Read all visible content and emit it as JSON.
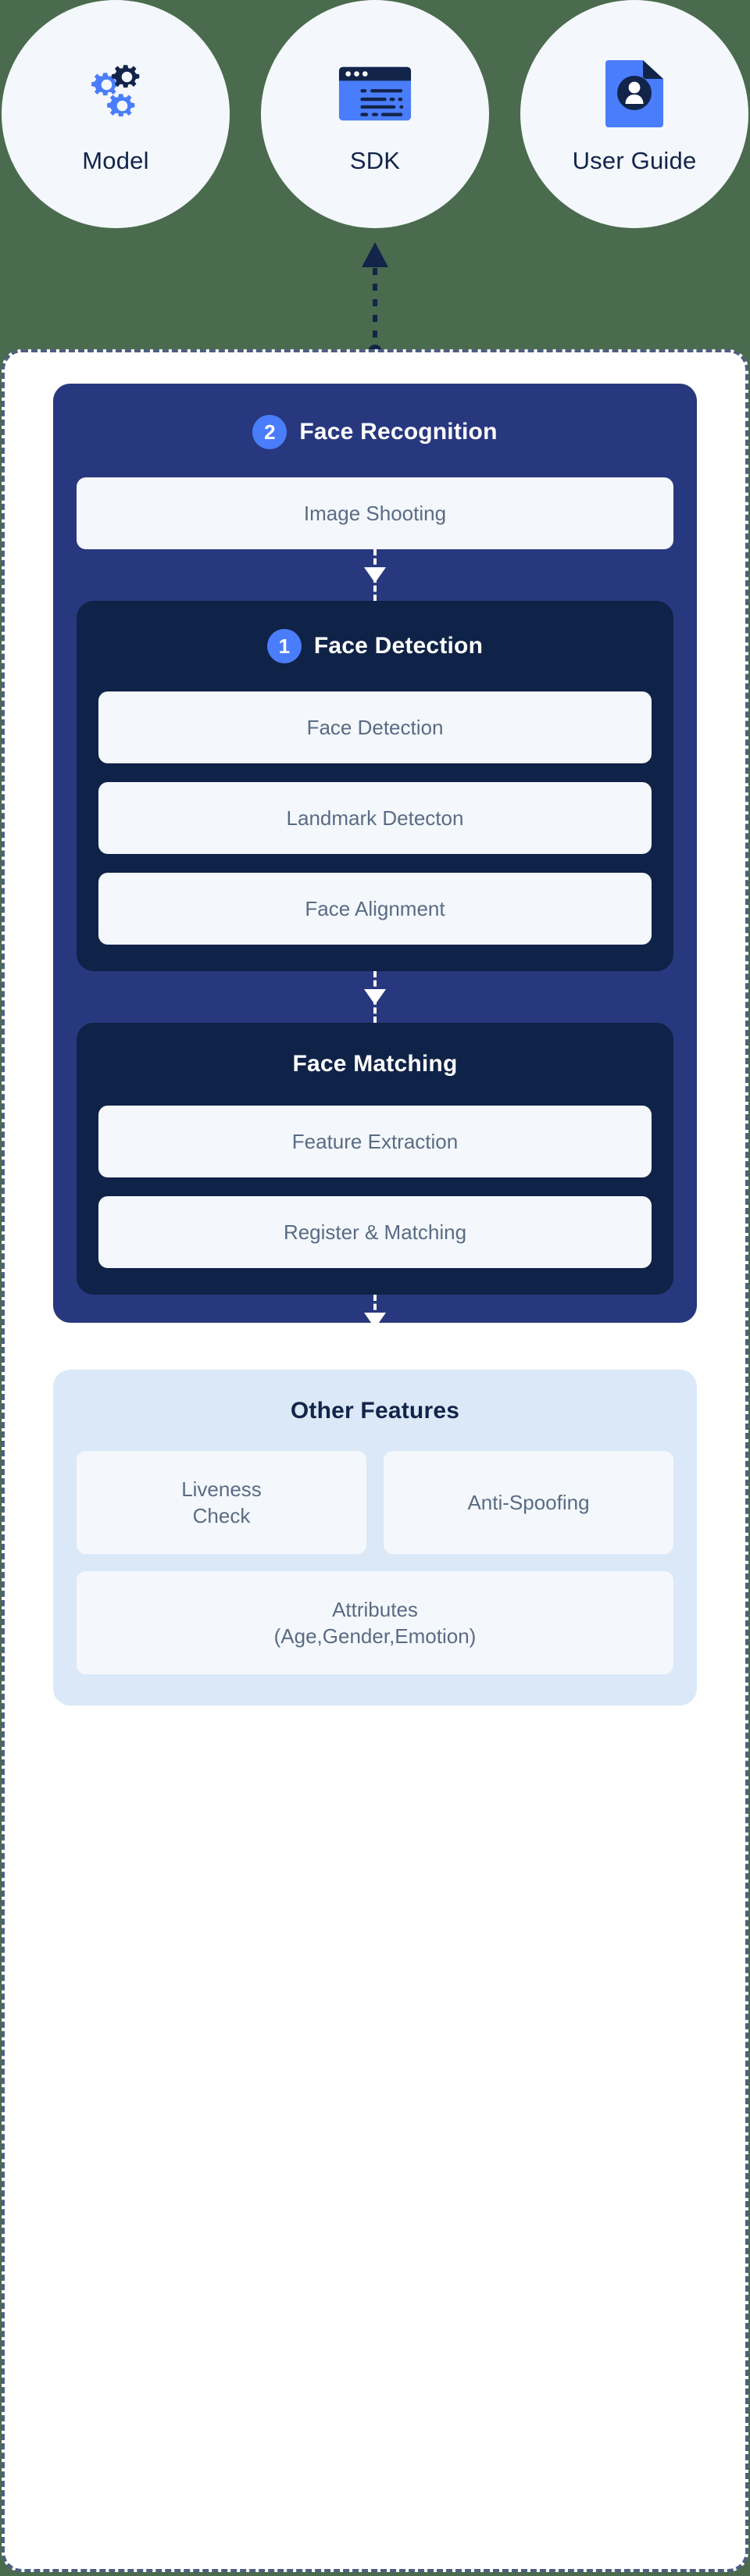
{
  "theme": {
    "page_background": "#4a6b4d",
    "circle_background": "#f4f8fc",
    "accent_blue": "#4a7dfb",
    "panel_blue": "#28387e",
    "panel_navy": "#0f2247",
    "panel_light_blue": "#dbe8f7",
    "card_background": "#f4f8fc",
    "card_text": "#5a6b85",
    "dark_text": "#12244a",
    "dashed_border": "#4d5f80"
  },
  "top_circles": [
    {
      "label": "Model",
      "icon": "gears-icon"
    },
    {
      "label": "SDK",
      "icon": "code-window-icon"
    },
    {
      "label": "User Guide",
      "icon": "document-user-icon"
    }
  ],
  "connector": {
    "icon": "dashed-up-arrow-icon",
    "direction": "up"
  },
  "face_recognition": {
    "badge": "2",
    "title": "Face Recognition",
    "image_shooting": "Image Shooting",
    "arrow_icon": "dashed-down-arrow-icon",
    "face_detection": {
      "badge": "1",
      "title": "Face Detection",
      "items": [
        "Face Detection",
        "Landmark Detecton",
        "Face Alignment"
      ]
    },
    "face_matching": {
      "title": "Face Matching",
      "items": [
        "Feature Extraction",
        "Register & Matching"
      ]
    }
  },
  "other_features": {
    "title": "Other Features",
    "row_items": [
      "Liveness\nCheck",
      "Anti-Spoofing"
    ],
    "wide_item": "Attributes\n(Age,Gender,Emotion)"
  }
}
